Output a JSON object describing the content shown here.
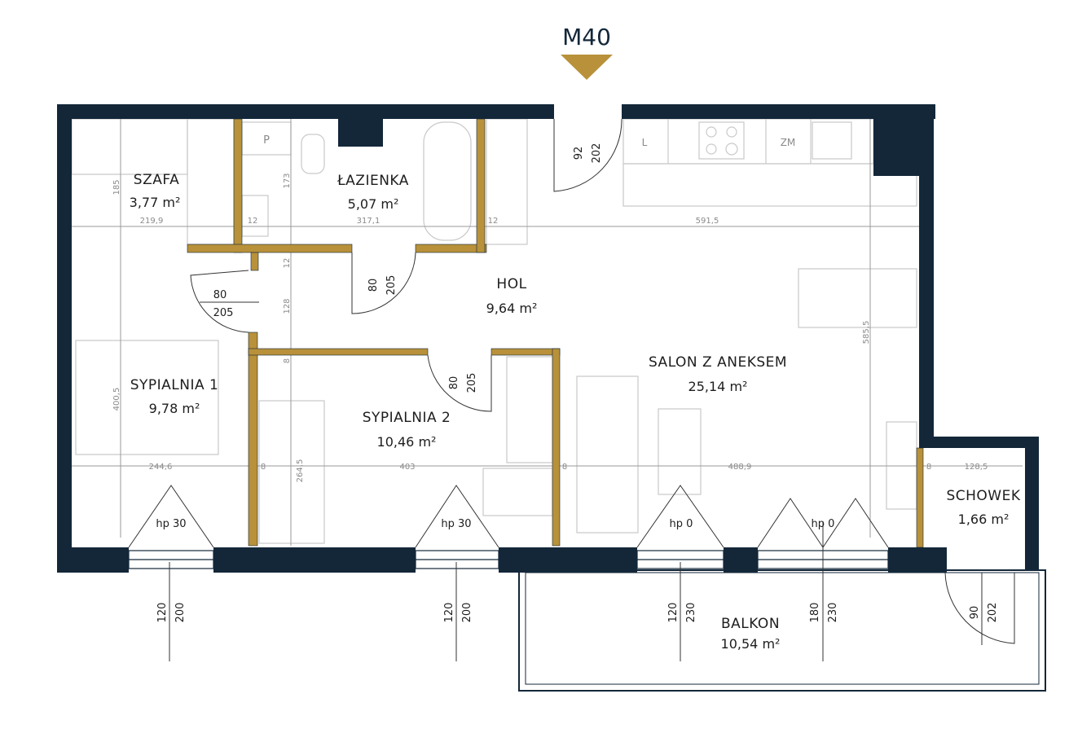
{
  "title": "M40",
  "colors": {
    "wall": "#132739",
    "partition": "#b8913a",
    "marker": "#b8913a"
  },
  "rooms": {
    "szafa": {
      "name": "SZAFA",
      "area": "3,77 m²"
    },
    "lazienka": {
      "name": "ŁAZIENKA",
      "area": "5,07 m²"
    },
    "hol": {
      "name": "HOL",
      "area": "9,64 m²"
    },
    "salon": {
      "name": "SALON Z ANEKSEM",
      "area": "25,14 m²"
    },
    "sypialnia1": {
      "name": "SYPIALNIA 1",
      "area": "9,78 m²"
    },
    "sypialnia2": {
      "name": "SYPIALNIA 2",
      "area": "10,46 m²"
    },
    "schowek": {
      "name": "SCHOWEK",
      "area": "1,66 m²"
    },
    "balkon": {
      "name": "BALKON",
      "area": "10,54 m²"
    }
  },
  "dimensions": {
    "d1": "219,9",
    "d2": "12",
    "d3": "317,1",
    "d4": "12",
    "d5": "591,5",
    "d6": "185",
    "d7": "173",
    "d8": "12",
    "d9": "128",
    "d10": "8",
    "d11": "400,5",
    "d12": "264,5",
    "d13": "585,5",
    "d14": "244,6",
    "d15": "8",
    "d16": "403",
    "d17": "8",
    "d18": "488,9",
    "d19": "8",
    "d20": "128,5"
  },
  "doors": {
    "entry": {
      "w": "92",
      "h": "202"
    },
    "bath": {
      "w": "80",
      "h": "205"
    },
    "bed1": {
      "w": "80",
      "h": "205"
    },
    "bed2": {
      "w": "80",
      "h": "205"
    },
    "schowek": {
      "w": "90",
      "h": "202"
    }
  },
  "windows": [
    {
      "sill": "hp 30",
      "w": "120",
      "h": "200"
    },
    {
      "sill": "hp 30",
      "w": "120",
      "h": "200"
    },
    {
      "sill": "hp 0",
      "w": "120",
      "h": "230"
    },
    {
      "sill": "hp 0",
      "w": "180",
      "h": "230"
    }
  ],
  "fixtures": {
    "pralka": "P",
    "lodowka": "L",
    "zmywarka": "ZM"
  }
}
